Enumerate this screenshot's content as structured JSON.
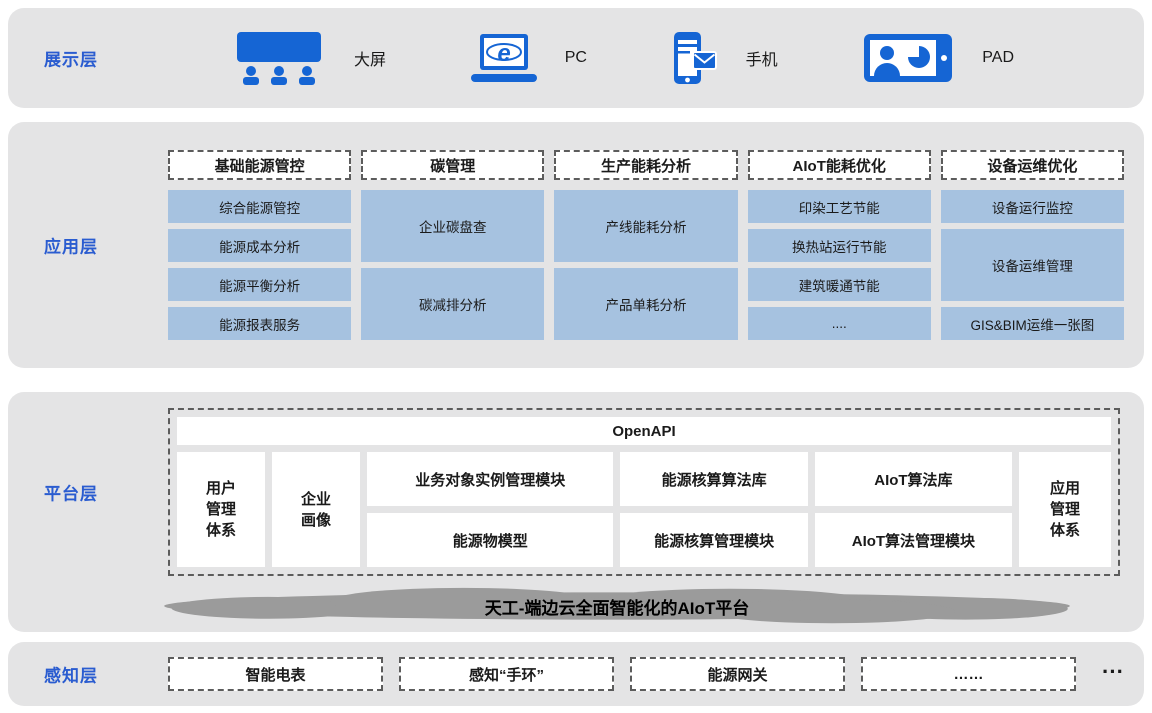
{
  "colors": {
    "accent_blue": "#2a5cd0",
    "icon_blue": "#1565d4",
    "cell_blue": "#a6c2e0",
    "panel_gray": "#e4e4e5",
    "cloud_gray": "#9b9b9b"
  },
  "display": {
    "label": "展示层",
    "items": [
      {
        "label": "大屏",
        "icon": "audience-screen-icon"
      },
      {
        "label": "PC",
        "icon": "laptop-browser-icon"
      },
      {
        "label": "手机",
        "icon": "phone-mail-icon"
      },
      {
        "label": "PAD",
        "icon": "tablet-dashboard-icon"
      }
    ]
  },
  "application": {
    "label": "应用层",
    "columns": [
      {
        "header": "基础能源管控",
        "cells": [
          "综合能源管控",
          "能源成本分析",
          "能源平衡分析",
          "能源报表服务"
        ]
      },
      {
        "header": "碳管理",
        "cells": [
          "企业碳盘查",
          "碳减排分析"
        ]
      },
      {
        "header": "生产能耗分析",
        "cells": [
          "产线能耗分析",
          "产品单耗分析"
        ]
      },
      {
        "header": "AIoT能耗优化",
        "cells": [
          "印染工艺节能",
          "换热站运行节能",
          "建筑暖通节能",
          "...."
        ]
      },
      {
        "header": "设备运维优化",
        "cells": [
          "设备运行监控",
          "设备运维管理",
          "GIS&BIM运维一张图"
        ]
      }
    ]
  },
  "platform": {
    "label": "平台层",
    "openapi": "OpenAPI",
    "user_system": "用户\n管理\n体系",
    "enterprise_profile": "企业\n画像",
    "modules_row1": [
      "业务对象实例管理模块",
      "能源核算算法库",
      "AIoT算法库"
    ],
    "modules_row2": [
      "能源物模型",
      "能源核算管理模块",
      "AIoT算法管理模块"
    ],
    "app_system": "应用\n管理\n体系",
    "cloud_banner": "天工-端边云全面智能化的AIoT平台"
  },
  "perception": {
    "label": "感知层",
    "items": [
      "智能电表",
      "感知“手环”",
      "能源网关",
      "……"
    ],
    "more": "···"
  }
}
